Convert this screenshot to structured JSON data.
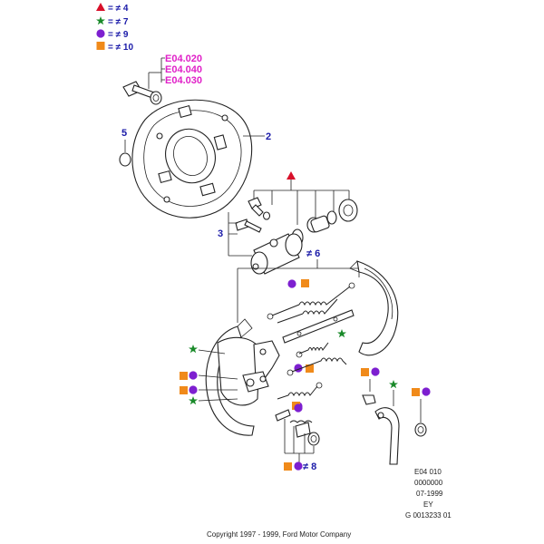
{
  "legend": [
    {
      "shape": "triangle",
      "color": "#d8102a",
      "text": "= ≠ 4"
    },
    {
      "shape": "star",
      "color": "#1a8a2a",
      "text": "= ≠ 7"
    },
    {
      "shape": "circle",
      "color": "#7d1fd0",
      "text": "= ≠ 9"
    },
    {
      "shape": "square",
      "color": "#f08a1a",
      "text": "= ≠ 10"
    }
  ],
  "references": [
    "E04.020",
    "E04.040",
    "E04.030"
  ],
  "callouts": {
    "c2": "2",
    "c3": "3",
    "c5": "5",
    "c6": "≠ 6",
    "c8": "≠ 8"
  },
  "meta_lines": [
    "E04 010",
    "0000000",
    "07-1999",
    "EY",
    "G 0013233 01"
  ],
  "copyright": "Copyright 1997 - 1999, Ford Motor Company",
  "colors": {
    "red": "#d8102a",
    "green": "#1a8a2a",
    "purple": "#7d1fd0",
    "orange": "#f08a1a",
    "magenta": "#e020c8",
    "blue": "#1a1aa8"
  }
}
